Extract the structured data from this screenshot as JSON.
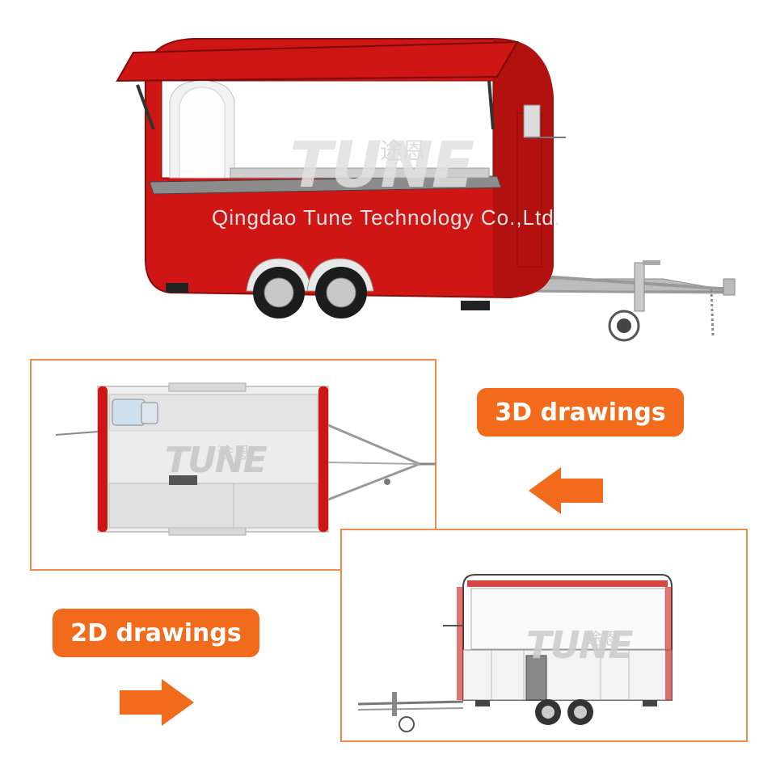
{
  "watermark": {
    "logo": "TUNE",
    "chinese": "途恩",
    "company": "Qingdao Tune Technology Co.,Ltd."
  },
  "labels": {
    "three_d": "3D drawings",
    "two_d": "2D drawings"
  },
  "colors": {
    "trailer_red": "#d01515",
    "accent_orange": "#f26a1b",
    "panel_border": "#f08a4b"
  },
  "icons": {
    "arrow_left": "arrow-left-icon",
    "arrow_right": "arrow-right-icon"
  }
}
